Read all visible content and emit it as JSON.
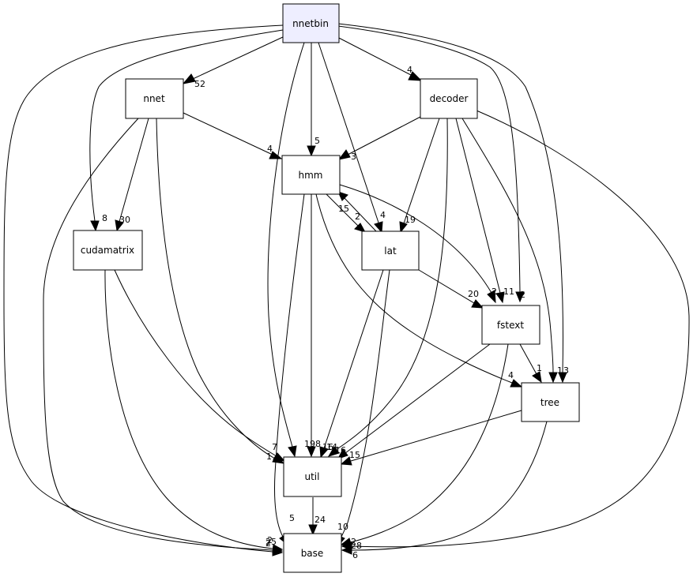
{
  "graph": {
    "nodes": {
      "nnetbin": "nnetbin",
      "nnet": "nnet",
      "decoder": "decoder",
      "hmm": "hmm",
      "cudamatrix": "cudamatrix",
      "lat": "lat",
      "fstext": "fstext",
      "tree": "tree",
      "util": "util",
      "base": "base"
    },
    "edge_labels": {
      "nnetbin_nnet": "52",
      "nnetbin_decoder": "4",
      "nnetbin_hmm": "5",
      "nnetbin_cudamatrix": "8",
      "nnetbin_lat": "4",
      "nnetbin_fstext": "2",
      "nnetbin_tree": "3",
      "nnetbin_util": "19",
      "nnetbin_base": "2",
      "nnet_hmm": "4",
      "nnet_cudamatrix": "30",
      "nnet_util": "7",
      "nnet_base": "25",
      "decoder_hmm": "3",
      "decoder_lat": "19",
      "decoder_fstext": "11",
      "decoder_tree": "1",
      "decoder_util": "14",
      "decoder_base": "28",
      "hmm_lat": "15",
      "lat_hmm": "2",
      "hmm_fstext": "2",
      "hmm_tree": "4",
      "hmm_util": "8",
      "hmm_base": "5",
      "cudamatrix_util": "1",
      "cudamatrix_base": "2",
      "lat_fstext": "20",
      "lat_util": "16",
      "lat_base": "10",
      "fstext_tree": "1",
      "fstext_util": "16",
      "fstext_base": "2",
      "tree_util": "15",
      "tree_base": "6",
      "util_base": "24"
    }
  },
  "colors": {
    "root_fill": "#eeeeff",
    "node_fill": "#ffffff",
    "stroke": "#000000"
  }
}
